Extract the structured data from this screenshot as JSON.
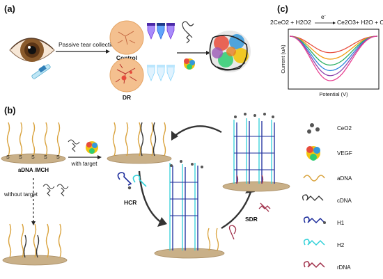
{
  "panels": {
    "a": {
      "label": "(a)",
      "collection": "Passive tear collection",
      "control": "Control",
      "dr": "DR"
    },
    "b": {
      "label": "(b)",
      "adna_mch": "aDNA /MCH",
      "with_target": "with target",
      "without_target": "without target",
      "hcr": "HCR",
      "sdr": "SDR"
    },
    "c": {
      "label": "(c)",
      "reaction_left": "2CeO2 + H2O2",
      "electron": "e",
      "electron_sup": "-",
      "reaction_right": "Ce2O3+ H2O + O2",
      "ylabel": "Current (uA)",
      "xlabel": "Potential (V)"
    }
  },
  "legend": [
    {
      "key": "ceo2",
      "label": "CeO2"
    },
    {
      "key": "vegf",
      "label": "VEGF"
    },
    {
      "key": "adna",
      "label": "aDNA"
    },
    {
      "key": "cdna",
      "label": "cDNA"
    },
    {
      "key": "h1",
      "label": "H1"
    },
    {
      "key": "h2",
      "label": "H2"
    },
    {
      "key": "rdna",
      "label": "rDNA"
    }
  ],
  "colors": {
    "adna": "#d9a23c",
    "cdna": "#333333",
    "h1": "#1a2a9a",
    "h2": "#2fd0d8",
    "rdna": "#a0304a",
    "platform": "#c9b088",
    "platform_edge": "#a88c63",
    "cell": "#f2b880",
    "ceo2": "#555555",
    "cv_curves": [
      "#e74c3c",
      "#f39c12",
      "#27ae60",
      "#2e86de",
      "#8e44ad",
      "#e84393"
    ]
  },
  "cv_minima": [
    0.36,
    0.5,
    0.63,
    0.75,
    0.86,
    0.97
  ]
}
